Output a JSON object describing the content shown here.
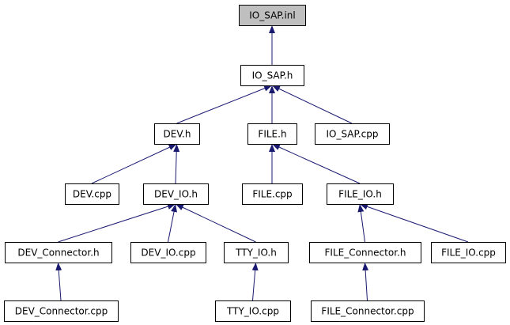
{
  "colors": {
    "edge": "#191970",
    "node_border": "#000000",
    "node_fill": "#ffffff",
    "root_fill": "#bfbfbf"
  },
  "nodes": [
    {
      "id": "io_sap_inl",
      "label": "IO_SAP.inl",
      "root": true
    },
    {
      "id": "io_sap_h",
      "label": "IO_SAP.h"
    },
    {
      "id": "dev_h",
      "label": "DEV.h"
    },
    {
      "id": "file_h",
      "label": "FILE.h"
    },
    {
      "id": "io_sap_cpp",
      "label": "IO_SAP.cpp"
    },
    {
      "id": "dev_cpp",
      "label": "DEV.cpp"
    },
    {
      "id": "dev_io_h",
      "label": "DEV_IO.h"
    },
    {
      "id": "file_cpp",
      "label": "FILE.cpp"
    },
    {
      "id": "file_io_h",
      "label": "FILE_IO.h"
    },
    {
      "id": "dev_connector_h",
      "label": "DEV_Connector.h"
    },
    {
      "id": "dev_io_cpp",
      "label": "DEV_IO.cpp"
    },
    {
      "id": "tty_io_h",
      "label": "TTY_IO.h"
    },
    {
      "id": "file_connector_h",
      "label": "FILE_Connector.h"
    },
    {
      "id": "file_io_cpp",
      "label": "FILE_IO.cpp"
    },
    {
      "id": "dev_connector_cpp",
      "label": "DEV_Connector.cpp"
    },
    {
      "id": "tty_io_cpp",
      "label": "TTY_IO.cpp"
    },
    {
      "id": "file_connector_cpp",
      "label": "FILE_Connector.cpp"
    }
  ],
  "edges": [
    {
      "from": "io_sap_h",
      "to": "io_sap_inl"
    },
    {
      "from": "dev_h",
      "to": "io_sap_h"
    },
    {
      "from": "file_h",
      "to": "io_sap_h"
    },
    {
      "from": "io_sap_cpp",
      "to": "io_sap_h"
    },
    {
      "from": "dev_cpp",
      "to": "dev_h"
    },
    {
      "from": "dev_io_h",
      "to": "dev_h"
    },
    {
      "from": "file_cpp",
      "to": "file_h"
    },
    {
      "from": "file_io_h",
      "to": "file_h"
    },
    {
      "from": "dev_connector_h",
      "to": "dev_io_h"
    },
    {
      "from": "dev_io_cpp",
      "to": "dev_io_h"
    },
    {
      "from": "tty_io_h",
      "to": "dev_io_h"
    },
    {
      "from": "file_connector_h",
      "to": "file_io_h"
    },
    {
      "from": "file_io_cpp",
      "to": "file_io_h"
    },
    {
      "from": "dev_connector_cpp",
      "to": "dev_connector_h"
    },
    {
      "from": "tty_io_cpp",
      "to": "tty_io_h"
    },
    {
      "from": "file_connector_cpp",
      "to": "file_connector_h"
    }
  ]
}
